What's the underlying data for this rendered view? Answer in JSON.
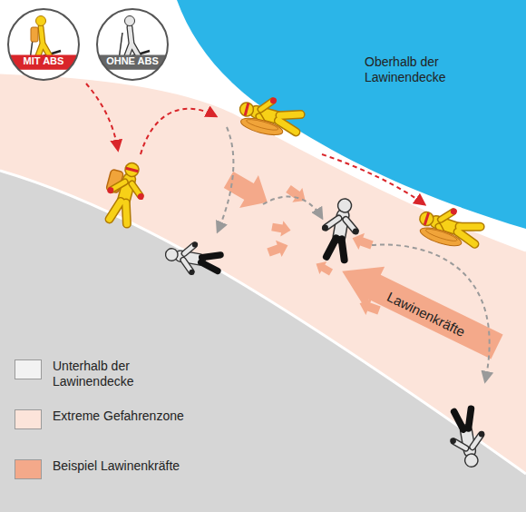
{
  "diagram": {
    "nodes": [
      {
        "text": [
          "MIT ABS"
        ]
      },
      {
        "text": [
          "OHNE ABS"
        ]
      }
    ],
    "edges": [],
    "labels": [
      "Oberhalb der Lawinendecke",
      "Lawinenkräfte"
    ],
    "legend": [
      {
        "text": "Unterhalb der Lawinendecke",
        "color": "#f2f2f2"
      },
      {
        "text": "Extreme Gefahrenzone",
        "color": "#fce4da"
      },
      {
        "text": "Beispiel Lawinenkräfte",
        "color": "#f4a98a"
      }
    ]
  }
}
